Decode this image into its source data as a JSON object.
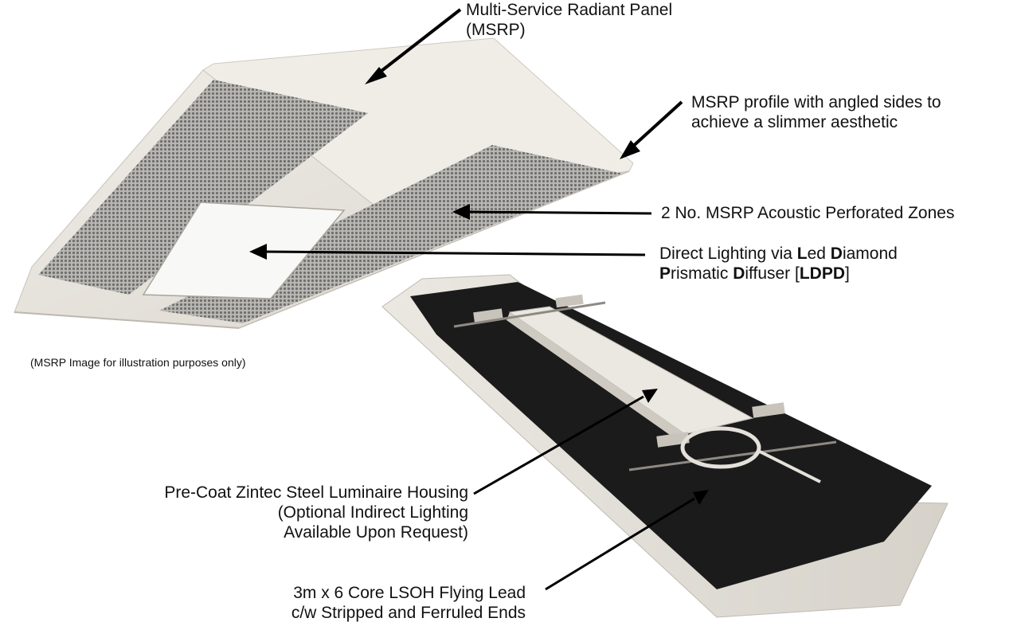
{
  "colors": {
    "panel_face": "#e7e3dc",
    "panel_edge": "#f1eee8",
    "panel_shadow": "#cfcac1",
    "perforation": "#8f8f8f",
    "insulation": "#1b1b1b",
    "light": "#f7f7f5",
    "text": "#111111"
  },
  "labels": {
    "msrp_title_1": "Multi-Service Radiant Panel",
    "msrp_title_2": "(MSRP)",
    "profile_1": "MSRP profile with angled sides to",
    "profile_2": "achieve a slimmer aesthetic",
    "perforated": "2 No. MSRP Acoustic Perforated Zones",
    "lighting_1": {
      "p1": "Direct Lighting via ",
      "b1": "L",
      "p2": "ed ",
      "b2": "D",
      "p3": "iamond"
    },
    "lighting_2": {
      "b1": "P",
      "p1": "rismatic ",
      "b2": "D",
      "p2": "iffuser [",
      "b3": "LDPD",
      "p3": "]"
    },
    "illustration_note": "(MSRP Image for illustration purposes only)",
    "housing_1": "Pre-Coat Zintec Steel Luminaire Housing",
    "housing_2": "(Optional Indirect Lighting",
    "housing_3": "Available Upon Request)",
    "lead_1": "3m x 6 Core LSOH Flying Lead",
    "lead_2": "c/w Stripped and Ferruled Ends"
  }
}
